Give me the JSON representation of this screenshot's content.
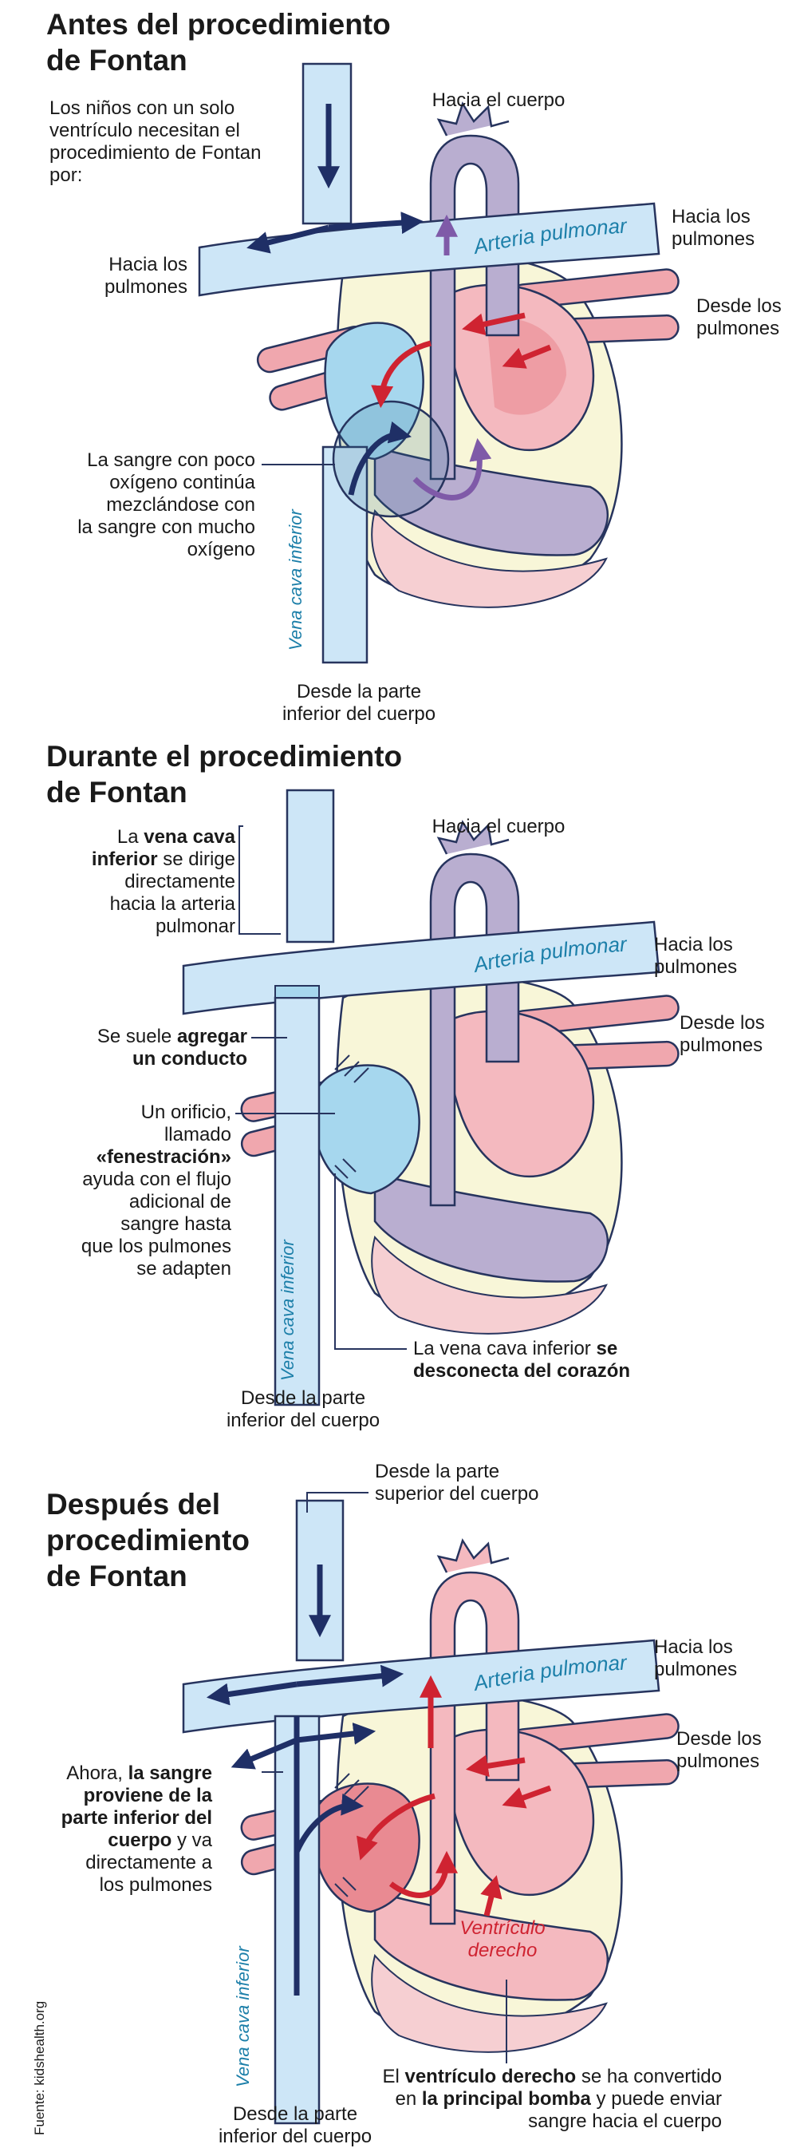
{
  "colors": {
    "vein_fill": "#cde6f7",
    "vein_stroke": "#27345e",
    "conduit_fill": "#a6d7ee",
    "aorta_fill": "#b9aed0",
    "heart_pink": "#f4b9bf",
    "heart_red": "#e98a92",
    "pericardium": "#f8f6d8",
    "arrow_navy": "#1f2f66",
    "arrow_red": "#cf2331",
    "arrow_purple": "#7f5aa8",
    "label_blue": "#1c7fa9"
  },
  "panels": {
    "before": {
      "title": "Antes del procedimiento\nde Fontan",
      "intro": "Los niños con un solo\nventrículo necesitan el\nprocedimiento de Fontan\npor:",
      "to_body": "Hacia el cuerpo",
      "to_lungs_left": "Hacia los\npulmones",
      "to_lungs_right": "Hacia los\npulmones",
      "from_lungs": "Desde los\npulmones",
      "mixing": "La sangre con poco\noxígeno continúa\nmezclándose con\nla sangre con mucho\noxígeno",
      "from_lower_body": "Desde la parte\ninferior del cuerpo",
      "artery_label": "Arteria pulmonar",
      "vein_label": "Vena cava inferior"
    },
    "during": {
      "title": "Durante el procedimiento\nde Fontan",
      "to_body": "Hacia el cuerpo",
      "to_lungs": "Hacia los\npulmones",
      "from_lungs": "Desde los\npulmones",
      "ivc_pre": "La ",
      "ivc_bold": "vena cava\ninferior",
      "ivc_post": " se dirige\ndirectamente\nhacia la arteria\npulmonar",
      "conduit_pre": "Se suele ",
      "conduit_bold": "agregar\nun conducto",
      "fen_pre": "Un orificio,\nllamado\n",
      "fen_bold": "«fenestración»",
      "fen_post": "\nayuda con el flujo\nadicional de\nsangre hasta\nque los pulmones\nse adapten",
      "disc_pre": "La vena cava inferior ",
      "disc_bold": "se\ndesconecta del corazón",
      "from_lower_body": "Desde la parte\ninferior del cuerpo",
      "artery_label": "Arteria pulmonar",
      "vein_label": "Vena cava inferior"
    },
    "after": {
      "title": "Después del\nprocedimiento\nde Fontan",
      "from_upper_body": "Desde la parte\nsuperior del cuerpo",
      "to_lungs": "Hacia los\npulmones",
      "from_lungs": "Desde los\npulmones",
      "now_pre": "Ahora, ",
      "now_bold": "la sangre\nproviene de la\nparte inferior del\ncuerpo",
      "now_post": " y va\ndirectamente a\nlos pulmones",
      "ventricle_label": "Ventrículo\nderecho",
      "rv_pre": "El ",
      "rv_bold1": "ventrículo derecho",
      "rv_mid": " se ha convertido\nen ",
      "rv_bold2": "la principal bomba",
      "rv_post": " y puede enviar\nsangre hacia el cuerpo",
      "from_lower_body": "Desde la parte\ninferior del cuerpo",
      "artery_label": "Arteria pulmonar",
      "vein_label": "Vena cava inferior"
    }
  },
  "source": "Fuente: kidshealth.org"
}
